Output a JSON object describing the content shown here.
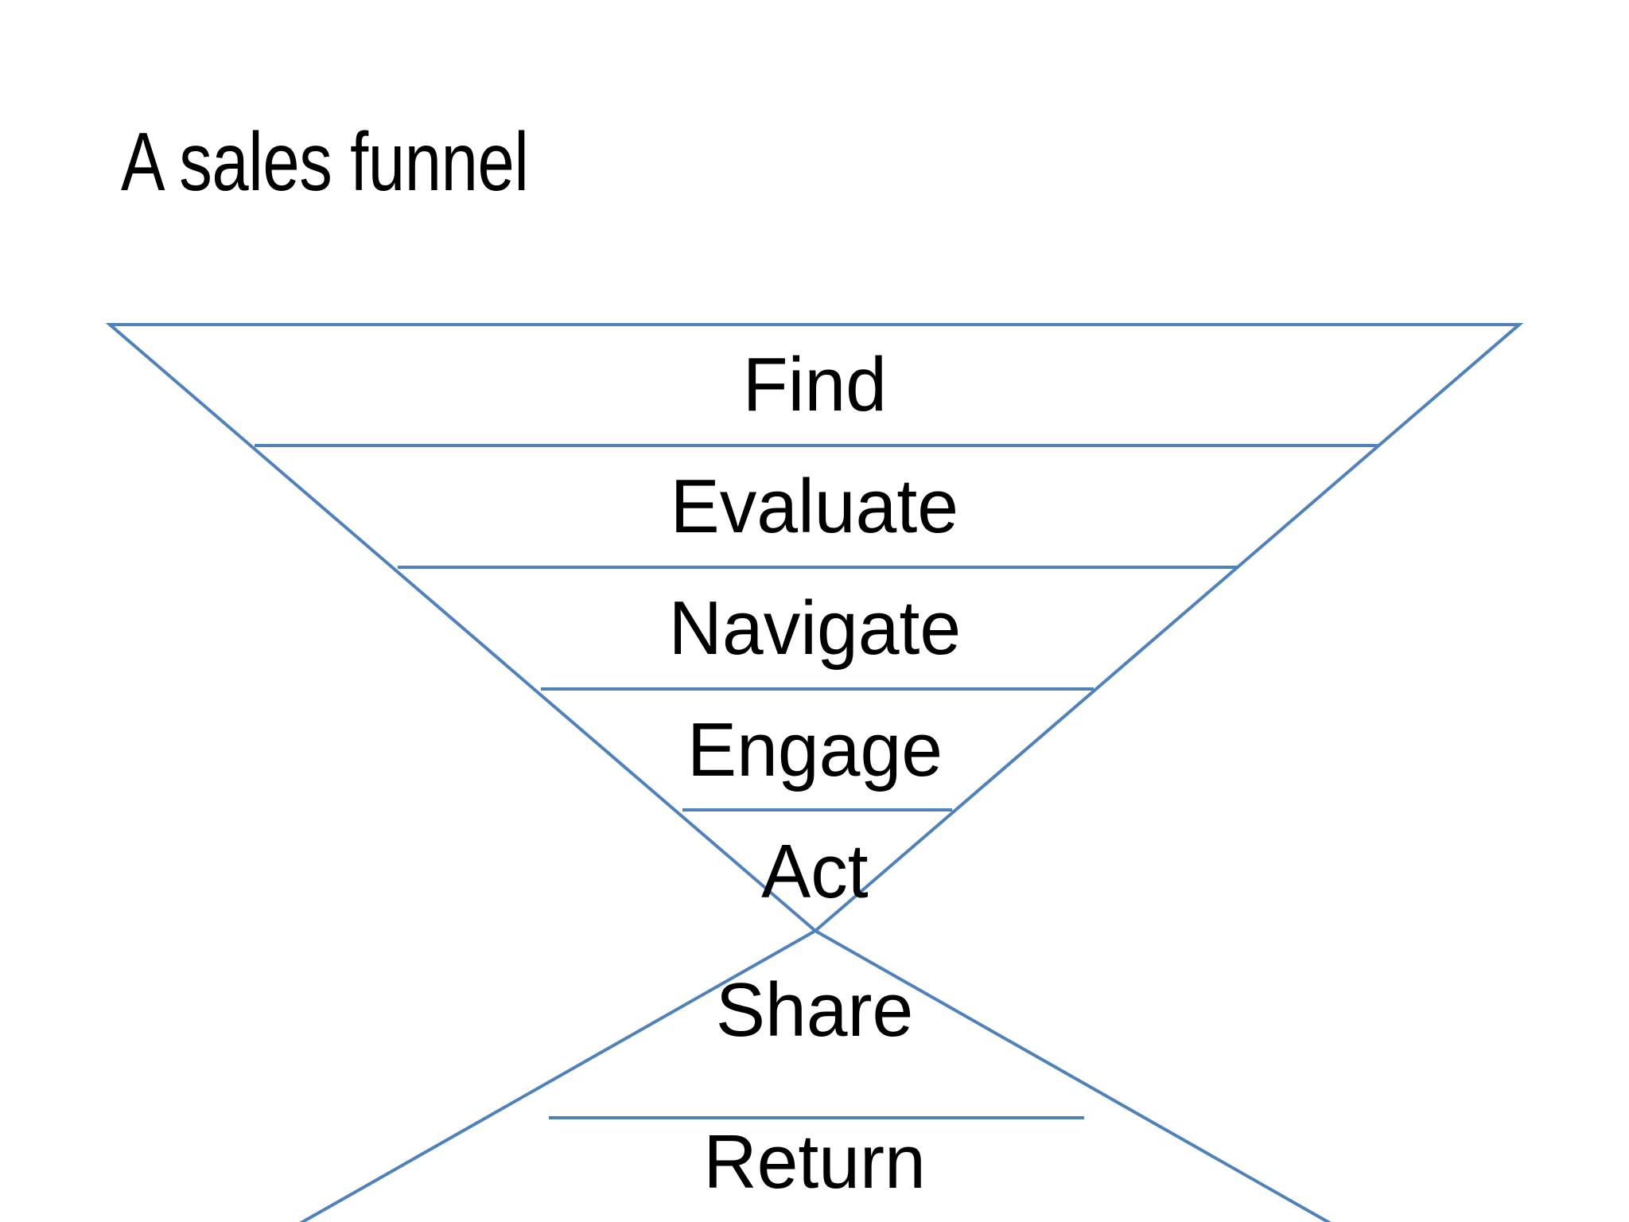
{
  "slide": {
    "title": "A sales funnel",
    "background_color": "#FFFFFF"
  },
  "diagram": {
    "name": "sales-funnel",
    "line_color": "#4F81BD",
    "fill_color": "#FFFFFF",
    "text_color": "#000000",
    "stage_count": 7,
    "stages": [
      {
        "label": "Find"
      },
      {
        "label": "Evaluate"
      },
      {
        "label": "Navigate"
      },
      {
        "label": "Engage"
      },
      {
        "label": "Act"
      },
      {
        "label": "Share"
      },
      {
        "label": "Return"
      }
    ]
  },
  "chart_data": {
    "type": "funnel",
    "title": "A sales funnel",
    "categories": [
      "Find",
      "Evaluate",
      "Navigate",
      "Engage",
      "Act",
      "Share",
      "Return"
    ],
    "widths": [
      1772,
      1468,
      1158,
      848,
      538,
      686,
      1360
    ],
    "note": "Inverted funnel narrowing from Find to Act, then widening again through Share and Return",
    "xlabel": "",
    "ylabel": "",
    "grid": false,
    "legend": "none"
  }
}
